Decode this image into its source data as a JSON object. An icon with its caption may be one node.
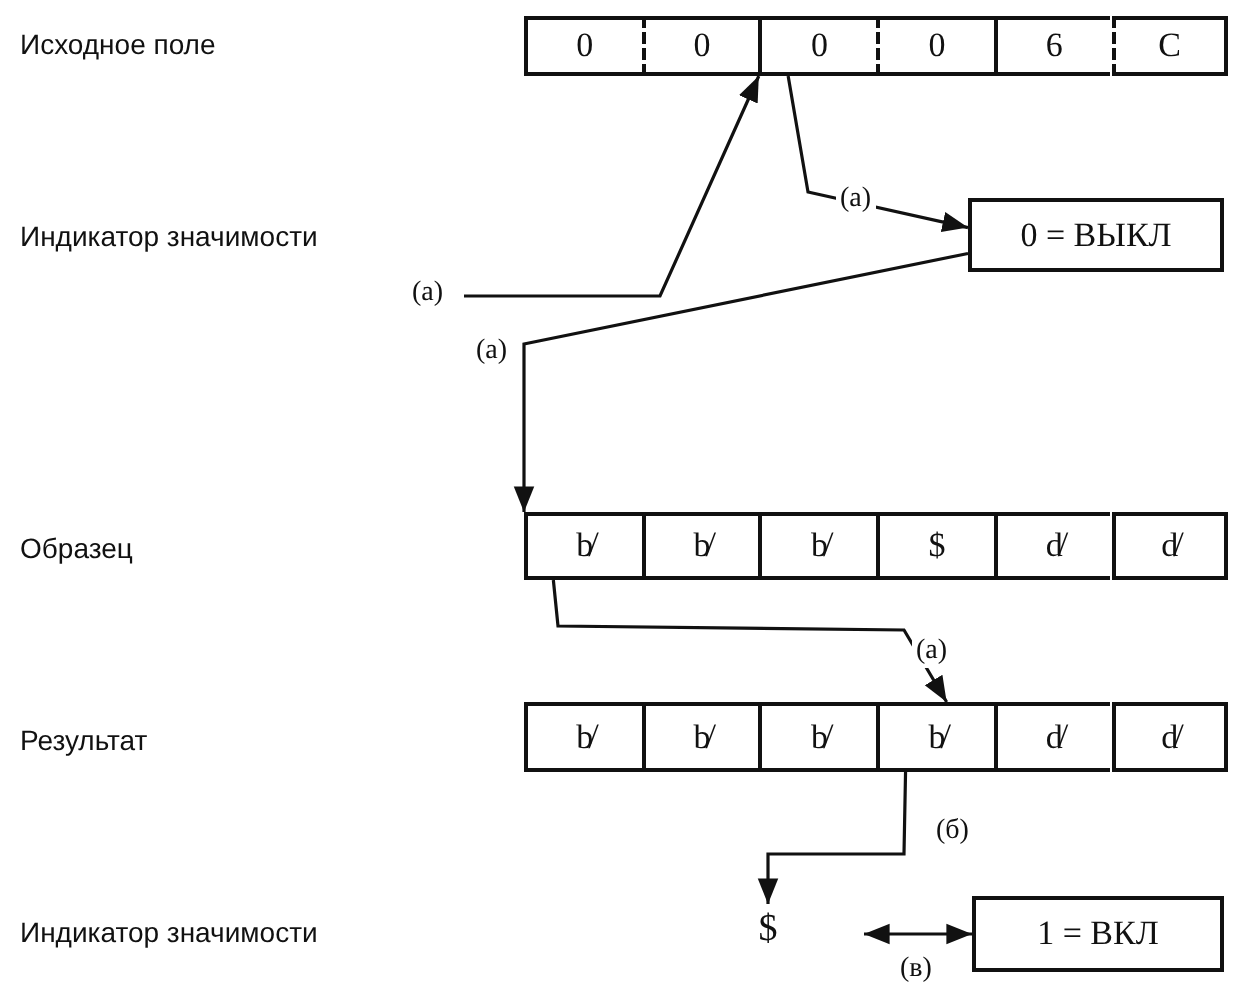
{
  "diagram": {
    "nodes": [
      {
        "text": [
          "0"
        ]
      },
      {
        "text": [
          "0"
        ]
      },
      {
        "text": [
          "0"
        ]
      },
      {
        "text": [
          "0"
        ]
      },
      {
        "text": [
          "6"
        ]
      },
      {
        "text": [
          "C"
        ]
      },
      {
        "text": [
          "0 = ВЫКЛ"
        ]
      },
      {
        "text": [
          "b̸"
        ]
      },
      {
        "text": [
          "b̸"
        ]
      },
      {
        "text": [
          "b̸"
        ]
      },
      {
        "text": [
          "$"
        ]
      },
      {
        "text": [
          "d̸"
        ]
      },
      {
        "text": [
          "d̸"
        ]
      },
      {
        "text": [
          "b̸"
        ]
      },
      {
        "text": [
          "b̸"
        ]
      },
      {
        "text": [
          "b̸"
        ]
      },
      {
        "text": [
          "b̸"
        ]
      },
      {
        "text": [
          "d̸"
        ]
      },
      {
        "text": [
          "d̸"
        ]
      },
      {
        "text": [
          "$"
        ]
      },
      {
        "text": [
          "1 = ВКЛ"
        ]
      }
    ],
    "edges": [
      {
        "from": null,
        "to": 2,
        "arrow": "to",
        "label": "(а)"
      },
      {
        "from": 2,
        "to": 6,
        "arrow": "to",
        "label": "(а)"
      },
      {
        "from": 6,
        "to": 7,
        "arrow": "to",
        "label": "(а)"
      },
      {
        "from": 7,
        "to": 16,
        "arrow": "to",
        "label": "(а)"
      },
      {
        "from": 16,
        "to": 19,
        "arrow": "to",
        "label": "(б)"
      },
      {
        "from": 19,
        "to": 20,
        "arrow": "both",
        "label": "(в)"
      }
    ],
    "labels": [
      "Исходное поле",
      "Индикатор значимости",
      "Образец",
      "Результат",
      "Индикатор значимости"
    ]
  }
}
